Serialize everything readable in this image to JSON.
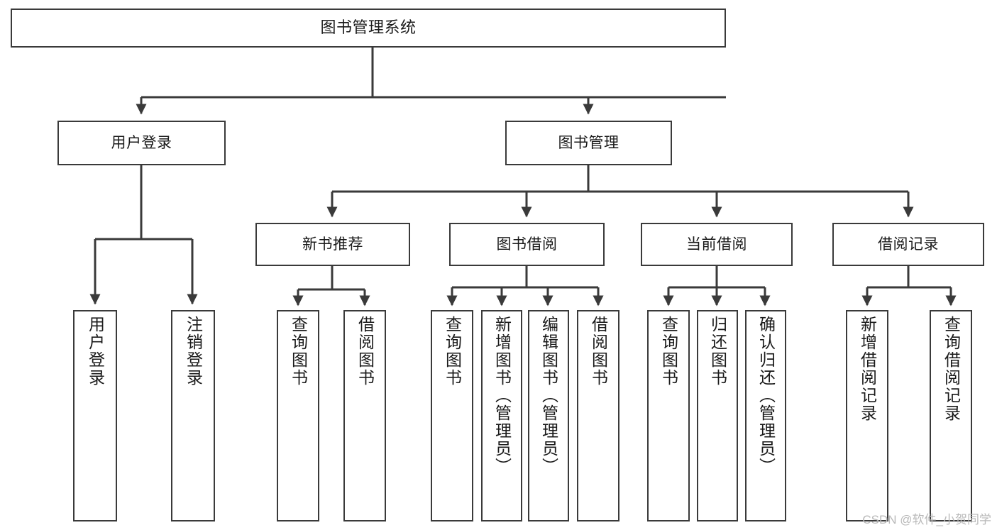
{
  "diagram": {
    "title": "图书管理系统",
    "type": "tree-hierarchy-chart",
    "line_color": "#3a3a3a",
    "background": "#ffffff",
    "nodes": {
      "root": {
        "label": "图书管理系统"
      },
      "level1": [
        {
          "label": "用户登录"
        },
        {
          "label": "图书管理"
        }
      ],
      "level2": [
        {
          "label": "新书推荐"
        },
        {
          "label": "图书借阅"
        },
        {
          "label": "当前借阅"
        },
        {
          "label": "借阅记录"
        }
      ],
      "leaves_user_login": [
        {
          "label": "用户登录"
        },
        {
          "label": "注销登录"
        }
      ],
      "leaves_new_book": [
        {
          "label": "查询图书"
        },
        {
          "label": "借阅图书"
        }
      ],
      "leaves_borrow": [
        {
          "label": "查询图书"
        },
        {
          "label": "新增图书（管理员）"
        },
        {
          "label": "编辑图书（管理员）"
        },
        {
          "label": "借阅图书"
        }
      ],
      "leaves_current": [
        {
          "label": "查询图书"
        },
        {
          "label": "归还图书"
        },
        {
          "label": "确认归还（管理员）"
        }
      ],
      "leaves_records": [
        {
          "label": "新增借阅记录"
        },
        {
          "label": "查询借阅记录"
        }
      ]
    }
  },
  "watermark": {
    "text": "CSDN @软件_小贺同学",
    "color": "#b9b9b9"
  }
}
